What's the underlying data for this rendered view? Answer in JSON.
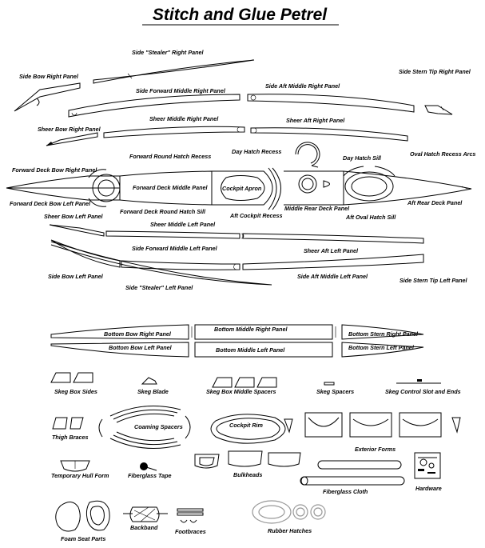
{
  "title": "Stitch and Glue Petrel",
  "labels": {
    "side_stealer_right": "Side \"Stealer\" Right Panel",
    "side_bow_right": "Side Bow Right Panel",
    "side_forward_middle_right": "Side Forward Middle Right Panel",
    "side_aft_middle_right": "Side Aft Middle Right Panel",
    "side_stern_tip_right": "Side Stern Tip Right Panel",
    "sheer_bow_right": "Sheer Bow Right Panel",
    "sheer_middle_right": "Sheer Middle Right Panel",
    "sheer_aft_right": "Sheer Aft Right Panel",
    "day_hatch_recess": "Day Hatch Recess",
    "day_hatch_sill": "Day Hatch Sill",
    "oval_hatch_recess_arcs": "Oval Hatch Recess Arcs",
    "forward_round_hatch_recess": "Forward Round Hatch Recess",
    "forward_deck_bow_right": "Forward Deck Bow Right Panel",
    "forward_deck_middle": "Forward Deck Middle Panel",
    "cockpit_apron": "Cockpit Apron",
    "forward_deck_bow_left": "Forward Deck Bow Left Panel",
    "forward_deck_round_hatch_sill": "Forward Deck Round Hatch Sill",
    "aft_cockpit_recess": "Aft Cockpit Recess",
    "middle_rear_deck": "Middle Rear Deck Panel",
    "aft_oval_hatch_sill": "Aft Oval Hatch Sill",
    "aft_rear_deck": "Aft Rear Deck Panel",
    "sheer_bow_left": "Sheer Bow Left Panel",
    "sheer_middle_left": "Sheer Middle Left Panel",
    "sheer_aft_left": "Sheer Aft Left Panel",
    "side_forward_middle_left": "Side Forward Middle Left Panel",
    "side_bow_left": "Side Bow Left Panel",
    "side_aft_middle_left": "Side Aft Middle Left Panel",
    "side_stern_tip_left": "Side Stern Tip Left Panel",
    "side_stealer_left": "Side \"Stealer\" Left Panel",
    "bottom_bow_right": "Bottom Bow Right Panel",
    "bottom_middle_right": "Bottom Middle Right Panel",
    "bottom_stern_right": "Bottom Stern Right Panel",
    "bottom_bow_left": "Bottom Bow Left Panel",
    "bottom_middle_left": "Bottom Middle Left Panel",
    "bottom_stern_left": "Bottom Stern Left Panel",
    "skeg_box_sides": "Skeg Box Sides",
    "skeg_blade": "Skeg Blade",
    "skeg_box_middle_spacers": "Skeg Box Middle Spacers",
    "skeg_spacers": "Skeg Spacers",
    "skeg_control": "Skeg Control Slot and Ends",
    "thigh_braces": "Thigh Braces",
    "coaming_spacers": "Coaming Spacers",
    "cockpit_rim": "Cockpit Rim",
    "exterior_forms": "Exterior Forms",
    "temporary_hull_form": "Temporary Hull Form",
    "fiberglass_tape": "Fiberglass Tape",
    "bulkheads": "Bulkheads",
    "fiberglass_cloth": "Fiberglass Cloth",
    "hardware": "Hardware",
    "foam_seat_parts": "Foam Seat Parts",
    "backband": "Backband",
    "footbraces": "Footbraces",
    "rubber_hatches": "Rubber Hatches"
  }
}
